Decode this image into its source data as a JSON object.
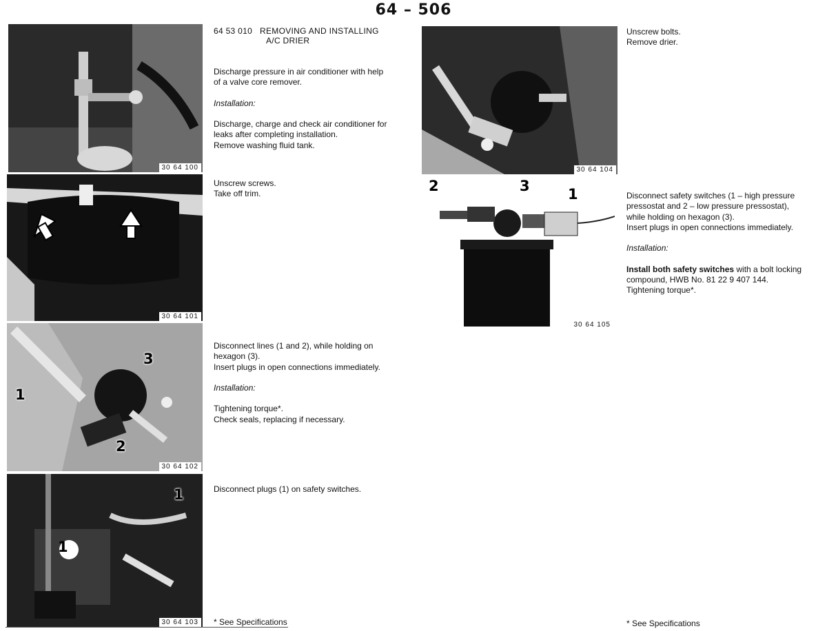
{
  "page_number": "64 – 506",
  "section": {
    "code": "64 53 010",
    "title_line1": "REMOVING AND INSTALLING",
    "title_line2": "A/C DRIER"
  },
  "steps": [
    {
      "figure": "30 64 100",
      "text_1": "Discharge pressure in air conditioner with help\nof a valve core remover.",
      "italic_1": "Installation:",
      "text_2": "Discharge, charge and check air conditioner for\nleaks after completing installation.\nRemove washing fluid tank."
    },
    {
      "figure": "30 64 101",
      "text_1": "Unscrew screws.\nTake off trim."
    },
    {
      "figure": "30 64 102",
      "text_1": "Disconnect lines (1 and 2), while holding on\nhexagon (3).\nInsert plugs in open connections immediately.",
      "italic_1": "Installation:",
      "text_2": "Tightening torque*.\nCheck seals, replacing if necessary.",
      "callouts": [
        "1",
        "2",
        "3"
      ]
    },
    {
      "figure": "30 64 103",
      "text_1": "Disconnect plugs (1) on safety switches.",
      "callouts": [
        "1",
        "1"
      ]
    },
    {
      "figure": "30 64 104",
      "text_1": "Unscrew bolts.\nRemove drier."
    },
    {
      "figure": "30 64 105",
      "text_1": "Disconnect safety switches (1 – high pressure\npressostat and 2 – low pressure pressostat),\nwhile holding on hexagon (3).\nInsert plugs in open connections immediately.",
      "italic_1": "Installation:",
      "text_bold": "Install both safety switches",
      "text_2": " with a bolt locking\ncompound, HWB No. 81 22 9 407 144.\nTightening torque*.",
      "callouts": [
        "2",
        "3",
        "1"
      ]
    }
  ],
  "footnote_left": "* See Specifications",
  "footnote_right": "* See Specifications"
}
